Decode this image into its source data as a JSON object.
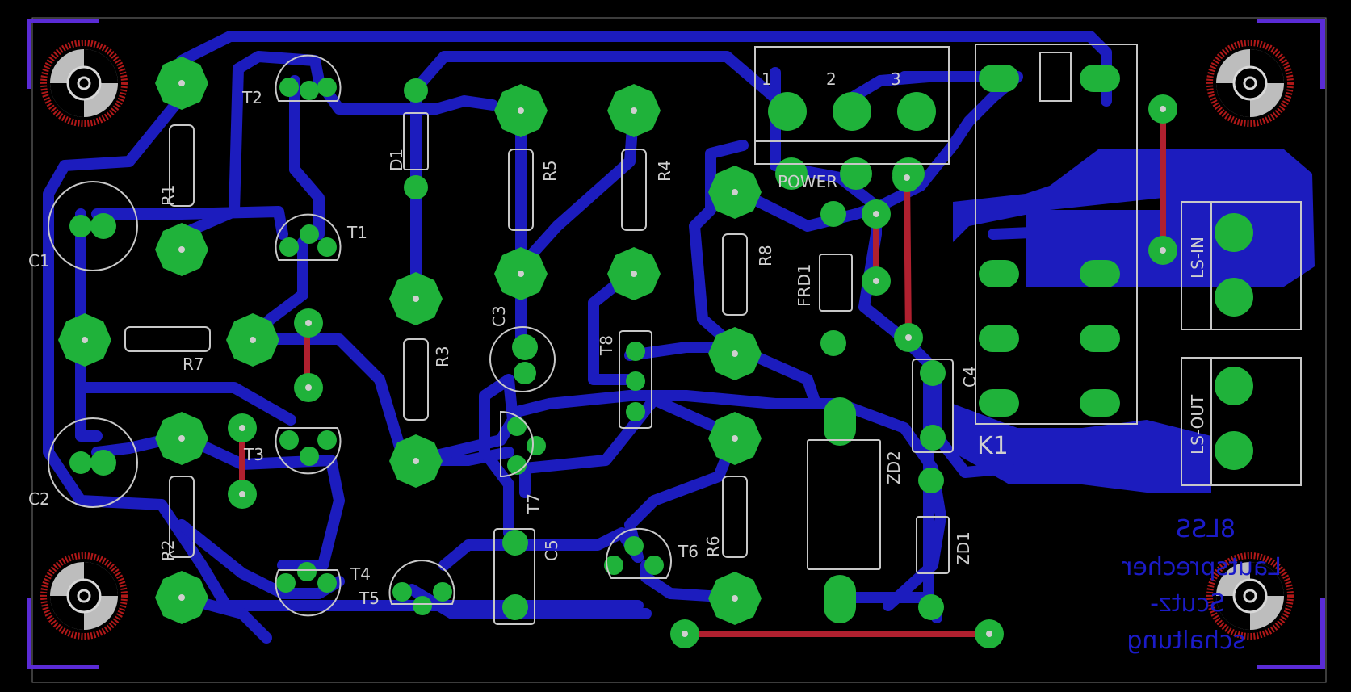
{
  "board": {
    "colors": {
      "background": "#000000",
      "bottom_copper": "#1c1cbe",
      "top_copper": "#b0202f",
      "pads": "#1fb23a",
      "silkscreen": "#c8c8c8",
      "dimension": "#5a2bd6"
    },
    "component_labels": {
      "T1": "T1",
      "T2": "T2",
      "T3": "T3",
      "T4": "T4",
      "T5": "T5",
      "T6": "T6",
      "T7": "T7",
      "T8": "T8",
      "R1": "R1",
      "R2": "R2",
      "R3": "R3",
      "R4": "R4",
      "R5": "R5",
      "R6": "R6",
      "R7": "R7",
      "R8": "R8",
      "C1": "C1",
      "C2": "C2",
      "C3": "C3",
      "C4": "C4",
      "C5": "C5",
      "D1": "D1",
      "FRD1": "FRD1",
      "ZD1": "ZD1",
      "ZD2": "ZD2",
      "K1": "K1"
    },
    "connectors": {
      "power": "POWER",
      "ls_in": "LS-IN",
      "ls_out": "LS-OUT"
    },
    "pin_numbers": {
      "one": "1",
      "two": "2",
      "three": "3"
    },
    "title_block": {
      "line1": "8LSS",
      "line2": "Lautsprecher",
      "line3": "Scutz-",
      "line4": "schaltung"
    }
  }
}
